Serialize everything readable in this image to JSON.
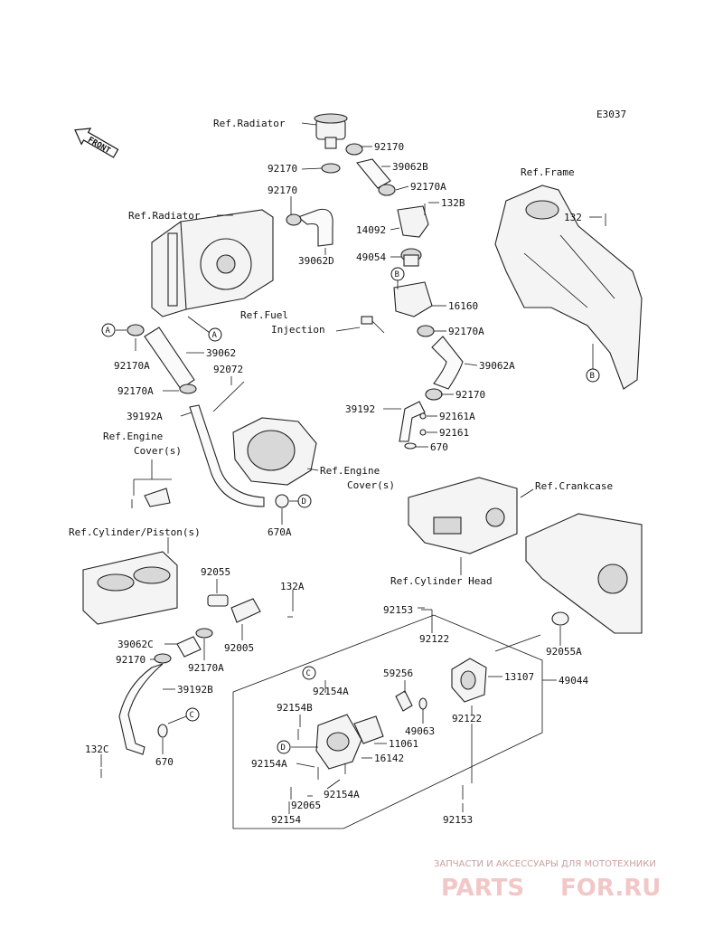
{
  "diagram_code": "E3037",
  "front_label": "FRONT",
  "watermark": {
    "top": "ЗАПЧАСТИ И АКСЕССУАРЫ ДЛЯ МОТОТЕХНИКИ",
    "brand_left": "PARTS",
    "brand_right": "FOR.RU"
  },
  "callouts": {
    "A": "A",
    "B": "B",
    "C": "C",
    "D": "D"
  },
  "labels": [
    {
      "key": "ref_radiator_top",
      "text": "Ref.Radiator"
    },
    {
      "key": "p92170_1",
      "text": "92170"
    },
    {
      "key": "p92170_2",
      "text": "92170"
    },
    {
      "key": "p39062b",
      "text": "39062B"
    },
    {
      "key": "p92170_3",
      "text": "92170"
    },
    {
      "key": "p92170a_1",
      "text": "92170A"
    },
    {
      "key": "p132b",
      "text": "132B"
    },
    {
      "key": "ref_radiator_left",
      "text": "Ref.Radiator"
    },
    {
      "key": "p14092",
      "text": "14092"
    },
    {
      "key": "p39062d",
      "text": "39062D"
    },
    {
      "key": "p49054",
      "text": "49054"
    },
    {
      "key": "ref_frame",
      "text": "Ref.Frame"
    },
    {
      "key": "p132",
      "text": "132"
    },
    {
      "key": "p16160",
      "text": "16160"
    },
    {
      "key": "ref_fuel",
      "text": "Ref.Fuel"
    },
    {
      "key": "injection",
      "text": "Injection"
    },
    {
      "key": "p92170a_2",
      "text": "92170A"
    },
    {
      "key": "p39062",
      "text": "39062"
    },
    {
      "key": "p39062a",
      "text": "39062A"
    },
    {
      "key": "p92170a_3",
      "text": "92170A"
    },
    {
      "key": "p92072",
      "text": "92072"
    },
    {
      "key": "p92170a_4",
      "text": "92170A"
    },
    {
      "key": "p92170_4",
      "text": "92170"
    },
    {
      "key": "p39192",
      "text": "39192"
    },
    {
      "key": "p92161a",
      "text": "92161A"
    },
    {
      "key": "p39192a",
      "text": "39192A"
    },
    {
      "key": "p92161",
      "text": "92161"
    },
    {
      "key": "p670_1",
      "text": "670"
    },
    {
      "key": "ref_engine_cover_1a",
      "text": "Ref.Engine"
    },
    {
      "key": "ref_engine_cover_1b",
      "text": "Cover(s)"
    },
    {
      "key": "ref_engine_cover_2a",
      "text": "Ref.Engine"
    },
    {
      "key": "ref_engine_cover_2b",
      "text": "Cover(s)"
    },
    {
      "key": "ref_crankcase",
      "text": "Ref.Crankcase"
    },
    {
      "key": "p670a",
      "text": "670A"
    },
    {
      "key": "ref_cyl_piston",
      "text": "Ref.Cylinder/Piston(s)"
    },
    {
      "key": "ref_cyl_head",
      "text": "Ref.Cylinder Head"
    },
    {
      "key": "p92055",
      "text": "92055"
    },
    {
      "key": "p132a",
      "text": "132A"
    },
    {
      "key": "p92153_1",
      "text": "92153"
    },
    {
      "key": "p92122_1",
      "text": "92122"
    },
    {
      "key": "p39062c",
      "text": "39062C"
    },
    {
      "key": "p92005",
      "text": "92005"
    },
    {
      "key": "p92055a",
      "text": "92055A"
    },
    {
      "key": "p92170_5",
      "text": "92170"
    },
    {
      "key": "p92170a_5",
      "text": "92170A"
    },
    {
      "key": "p92154a_1",
      "text": "92154A"
    },
    {
      "key": "p59256",
      "text": "59256"
    },
    {
      "key": "p13107",
      "text": "13107"
    },
    {
      "key": "p49044",
      "text": "49044"
    },
    {
      "key": "p39192b",
      "text": "39192B"
    },
    {
      "key": "p92154b",
      "text": "92154B"
    },
    {
      "key": "p49063",
      "text": "49063"
    },
    {
      "key": "p92122_2",
      "text": "92122"
    },
    {
      "key": "p11061",
      "text": "11061"
    },
    {
      "key": "p132c",
      "text": "132C"
    },
    {
      "key": "p670_2",
      "text": "670"
    },
    {
      "key": "p16142",
      "text": "16142"
    },
    {
      "key": "p92154a_2",
      "text": "92154A"
    },
    {
      "key": "p92154a_3",
      "text": "92154A"
    },
    {
      "key": "p92065",
      "text": "92065"
    },
    {
      "key": "p92154",
      "text": "92154"
    },
    {
      "key": "p92153_2",
      "text": "92153"
    }
  ]
}
